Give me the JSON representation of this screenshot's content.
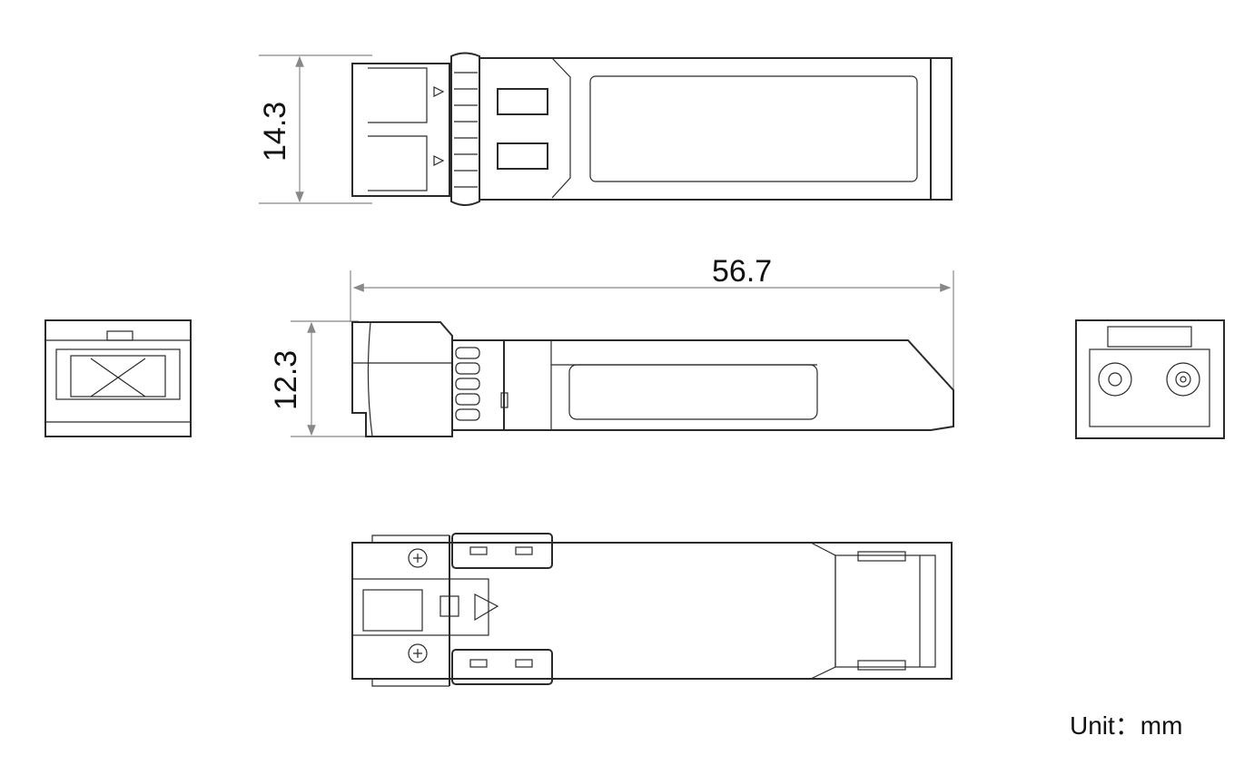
{
  "title": "SFP transceiver dimension drawing",
  "dimensions": {
    "height_top_view": "14.3",
    "length": "56.7",
    "height_side_view": "12.3"
  },
  "unit_label": "Unit：mm",
  "colors": {
    "line": "#2a2a2a",
    "dimension_line": "#888888"
  }
}
